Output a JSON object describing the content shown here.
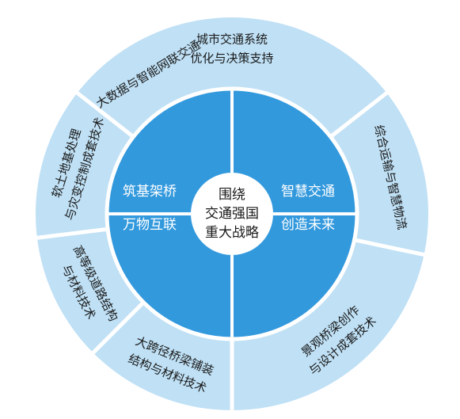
{
  "center": {
    "lines": [
      "围绕",
      "交通强国",
      "重大战略"
    ]
  },
  "inner": [
    {
      "line1": "智慧交通",
      "line2": "创造未来"
    },
    {
      "line1": "筑基架桥",
      "line2": "万物互联"
    }
  ],
  "outer": [
    {
      "line1": "城市交通系统",
      "line2": "优化与决策支持"
    },
    {
      "line1": "综合运输与智慧物流",
      "line2": ""
    },
    {
      "line1": "景观桥梁创作",
      "line2": "与设计成套技术"
    },
    {
      "line1": "大跨径桥梁铺装",
      "line2": "结构与材料技术"
    },
    {
      "line1": "高等级道路结构",
      "line2": "与材料技术"
    },
    {
      "line1": "软土地基处理",
      "line2": "与灾变控制成套技术"
    },
    {
      "line1": "大数据与智能网联交通",
      "line2": ""
    }
  ],
  "colors": {
    "outer_ring": "#bfe0f5",
    "inner_disc": "#3399dd",
    "center_disc": "#ffffff",
    "divider": "#ffffff",
    "text_dark": "#1a1a1a",
    "text_light": "#ffffff"
  }
}
